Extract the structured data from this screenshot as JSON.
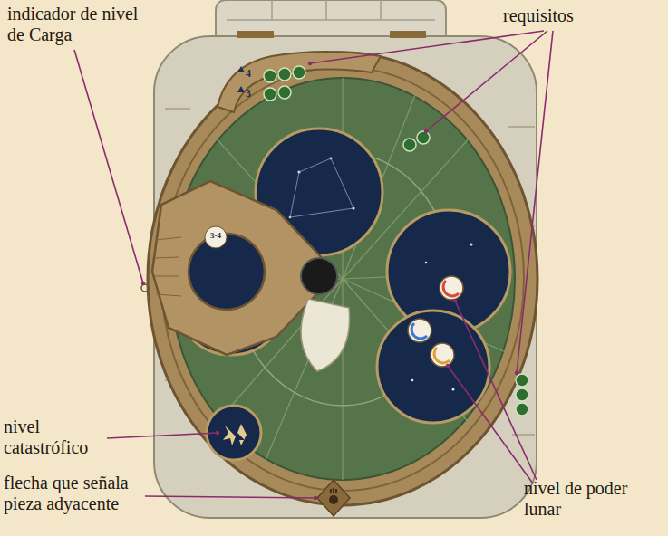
{
  "diagram": {
    "labels": [
      "indicador de nivel de Carga",
      "requisitos",
      "nivel catastrófico",
      "flecha que señala pieza adyacente",
      "nivel de poder lunar",
      "4",
      "3",
      "3-4"
    ]
  }
}
